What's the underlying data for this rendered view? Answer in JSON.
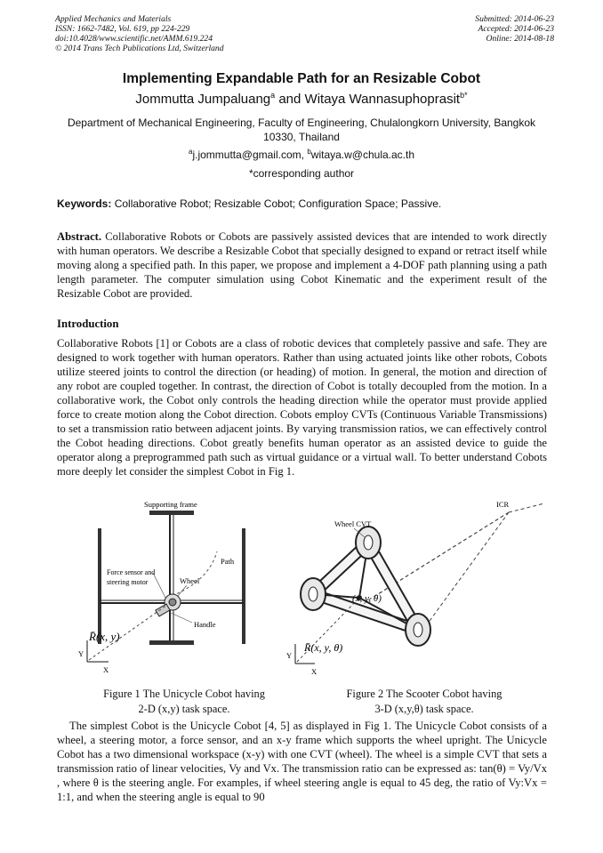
{
  "header": {
    "journal": "Applied Mechanics and Materials",
    "issn": "ISSN: 1662-7482, Vol. 619, pp 224-229",
    "doi": "doi:10.4028/www.scientific.net/AMM.619.224",
    "copyright": "© 2014 Trans Tech Publications Ltd, Switzerland",
    "submitted": "Submitted: 2014-06-23",
    "accepted": "Accepted: 2014-06-23",
    "online": "Online: 2014-08-18"
  },
  "title": "Implementing Expandable Path for an Resizable Cobot",
  "authors": {
    "author1": "Jommutta Jumpaluang",
    "author1_sup": "a",
    "and": " and ",
    "author2": "Witaya Wannasuphoprasit",
    "author2_sup": "b*"
  },
  "affiliation": "Department of Mechanical Engineering, Faculty of Engineering, Chulalongkorn University, Bangkok 10330, Thailand",
  "emails": {
    "a_sup": "a",
    "a": "j.jommutta@gmail.com, ",
    "b_sup": "b",
    "b": "witaya.w@chula.ac.th"
  },
  "corresponding": "*corresponding author",
  "keywords": {
    "label": "Keywords:",
    "text": " Collaborative Robot; Resizable Cobot; Configuration Space; Passive."
  },
  "abstract": {
    "label": "Abstract.",
    "text": " Collaborative Robots or Cobots are passively assisted devices that are intended to work directly with human operators. We describe a Resizable Cobot that specially designed to expand or retract itself while moving along a specified path. In this paper, we propose and implement a 4-DOF path planning using a path length parameter. The computer simulation using Cobot Kinematic and the experiment result of the Resizable Cobot are provided."
  },
  "introduction": {
    "heading": "Introduction",
    "text": "Collaborative Robots [1] or Cobots are a class of robotic devices that completely passive and safe. They are designed to work together with human operators. Rather than using actuated joints like other robots, Cobots utilize steered joints to control the direction (or heading) of motion. In general, the motion and direction of any robot are coupled together. In contrast, the direction of Cobot is totally decoupled from the motion. In a collaborative work, the Cobot only controls the heading direction while the operator must provide applied force to create motion along the Cobot direction. Cobots employ CVTs (Continuous Variable Transmissions) to set a transmission ratio between adjacent joints. By varying transmission ratios, we can effectively control the Cobot heading directions. Cobot greatly benefits human operator as an assisted device to guide the operator along a preprogrammed path such as virtual guidance or a virtual wall. To better understand Cobots more deeply let consider the simplest Cobot in Fig 1."
  },
  "figure1": {
    "labels": {
      "supporting_frame": "Supporting frame",
      "path": "Path",
      "force_sensor": "Force sensor and",
      "steering_motor": "steering motor",
      "wheel": "Wheel",
      "handle": "Handle",
      "r_xy": "R̄(x, y)",
      "y_axis": "Y",
      "x_axis": "X"
    },
    "caption_line1": "Figure 1 The Unicycle Cobot having",
    "caption_line2": "2-D (x,y) task space."
  },
  "figure2": {
    "labels": {
      "icr": "ICR",
      "wheel_cvt": "Wheel CVT",
      "xy_theta": "(x, y, θ)",
      "r_xytheta": "R̄(x, y, θ)",
      "y_axis": "Y",
      "x_axis": "X"
    },
    "caption_line1": "Figure 2 The Scooter Cobot having",
    "caption_line2": "3-D (x,y,θ) task space."
  },
  "body_after": {
    "text": "The simplest Cobot is the Unicycle Cobot [4, 5] as displayed in Fig 1. The Unicycle Cobot consists of a wheel, a steering motor, a force sensor, and an x-y frame which supports the wheel upright. The Unicycle Cobot has a two dimensional workspace (x-y) with one CVT (wheel). The wheel is a simple CVT that sets a transmission ratio of linear velocities, Vy and Vx. The transmission ratio can be expressed as: tan(θ) = Vy/Vx , where θ is the steering angle. For examples, if wheel steering angle is equal to 45 deg, the ratio of Vy:Vx = 1:1, and when the steering angle is equal to 90"
  }
}
